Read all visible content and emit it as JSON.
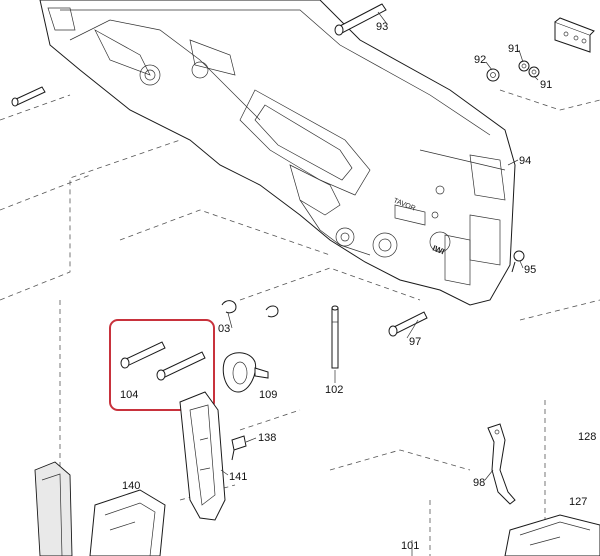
{
  "callouts": [
    {
      "id": "93",
      "text": "93"
    },
    {
      "id": "92",
      "text": "92"
    },
    {
      "id": "91a",
      "text": "91"
    },
    {
      "id": "91b",
      "text": "91"
    },
    {
      "id": "94",
      "text": "94"
    },
    {
      "id": "95",
      "text": "95"
    },
    {
      "id": "97",
      "text": "97"
    },
    {
      "id": "103",
      "text": "03"
    },
    {
      "id": "104",
      "text": "104"
    },
    {
      "id": "109",
      "text": "109"
    },
    {
      "id": "102",
      "text": "102"
    },
    {
      "id": "138",
      "text": "138"
    },
    {
      "id": "141",
      "text": "141"
    },
    {
      "id": "140",
      "text": "140"
    },
    {
      "id": "98",
      "text": "98"
    },
    {
      "id": "128",
      "text": "128"
    },
    {
      "id": "127",
      "text": "127"
    },
    {
      "id": "101",
      "text": "101"
    }
  ],
  "highlight": {
    "color": "#c8323c",
    "target": "104"
  },
  "receiver_marking": {
    "line1": "TAVOR",
    "line2": "IWI"
  }
}
